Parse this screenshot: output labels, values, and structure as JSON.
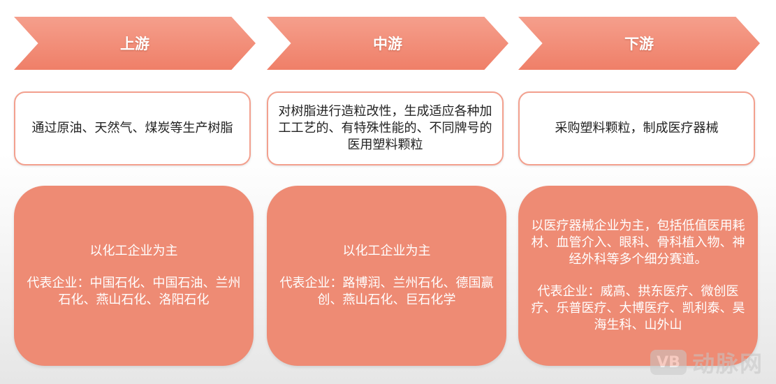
{
  "stages": [
    {
      "title": "上游",
      "description": "通过原油、天然气、煤炭等生产树脂",
      "card_main": "以化工企业为主",
      "card_reps": "代表企业：中国石化、中国石油、兰州石化、燕山石化、洛阳石化"
    },
    {
      "title": "中游",
      "description": "对树脂进行造粒改性，生成适应各种加工工艺的、有特殊性能的、不同牌号的医用塑料颗粒",
      "card_main": "以化工企业为主",
      "card_reps": "代表企业：路博润、兰州石化、德国赢创、燕山石化、巨石化学"
    },
    {
      "title": "下游",
      "description": "采购塑料颗粒，制成医疗器械",
      "card_main": "以医疗器械企业为主，包括低值医用耗材、血管介入、眼科、骨科植入物、神经外科等多个细分赛道。",
      "card_reps": "代表企业：威高、拱东医疗、微创医疗、乐普医疗、大博医疗、凯利泰、昊海生科、山外山"
    }
  ],
  "watermark": {
    "logo": "VB",
    "text": "动脉网"
  },
  "colors": {
    "accent": "#ef8a72",
    "border": "#f3a08e",
    "text": "#222222"
  }
}
